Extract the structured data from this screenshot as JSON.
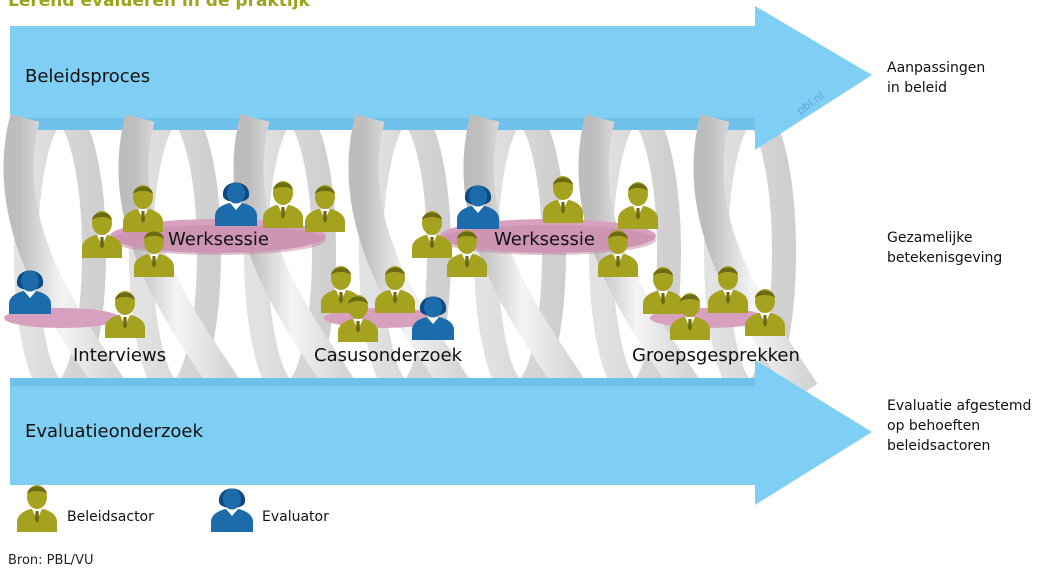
{
  "title": "Lerend evalueren in de praktijk",
  "arrows": {
    "top_label": "Beleidsproces",
    "bottom_label": "Evaluatieonderzoek",
    "watermark": "pbl.nl"
  },
  "sessions": {
    "werksessie_1": "Werksessie",
    "werksessie_2": "Werksessie",
    "interviews": "Interviews",
    "casusonderzoek": "Casusonderzoek",
    "groepsgesprekken": "Groepsgesprekken"
  },
  "side_labels": {
    "top": [
      "Aanpassingen",
      "in beleid"
    ],
    "middle": [
      "Gezamelijke",
      "betekenisgeving"
    ],
    "bottom": [
      "Evaluatie afgestemd",
      "op behoeften",
      "beleidsactoren"
    ]
  },
  "legend": {
    "beleidsactor": "Beleidsactor",
    "evaluator": "Evaluator"
  },
  "source": "Bron: PBL/VU",
  "colors": {
    "arrow": "#7fcef3",
    "arrow_edge": "#5aafdd",
    "title": "#9aa51a",
    "beleidsactor": "#a5a21f",
    "evaluator": "#1c6bab",
    "session_disc": "#d8a0bf",
    "spiral": "#e6e6e6"
  },
  "icons": [
    "person-beleidsactor-icon",
    "person-evaluator-icon"
  ]
}
